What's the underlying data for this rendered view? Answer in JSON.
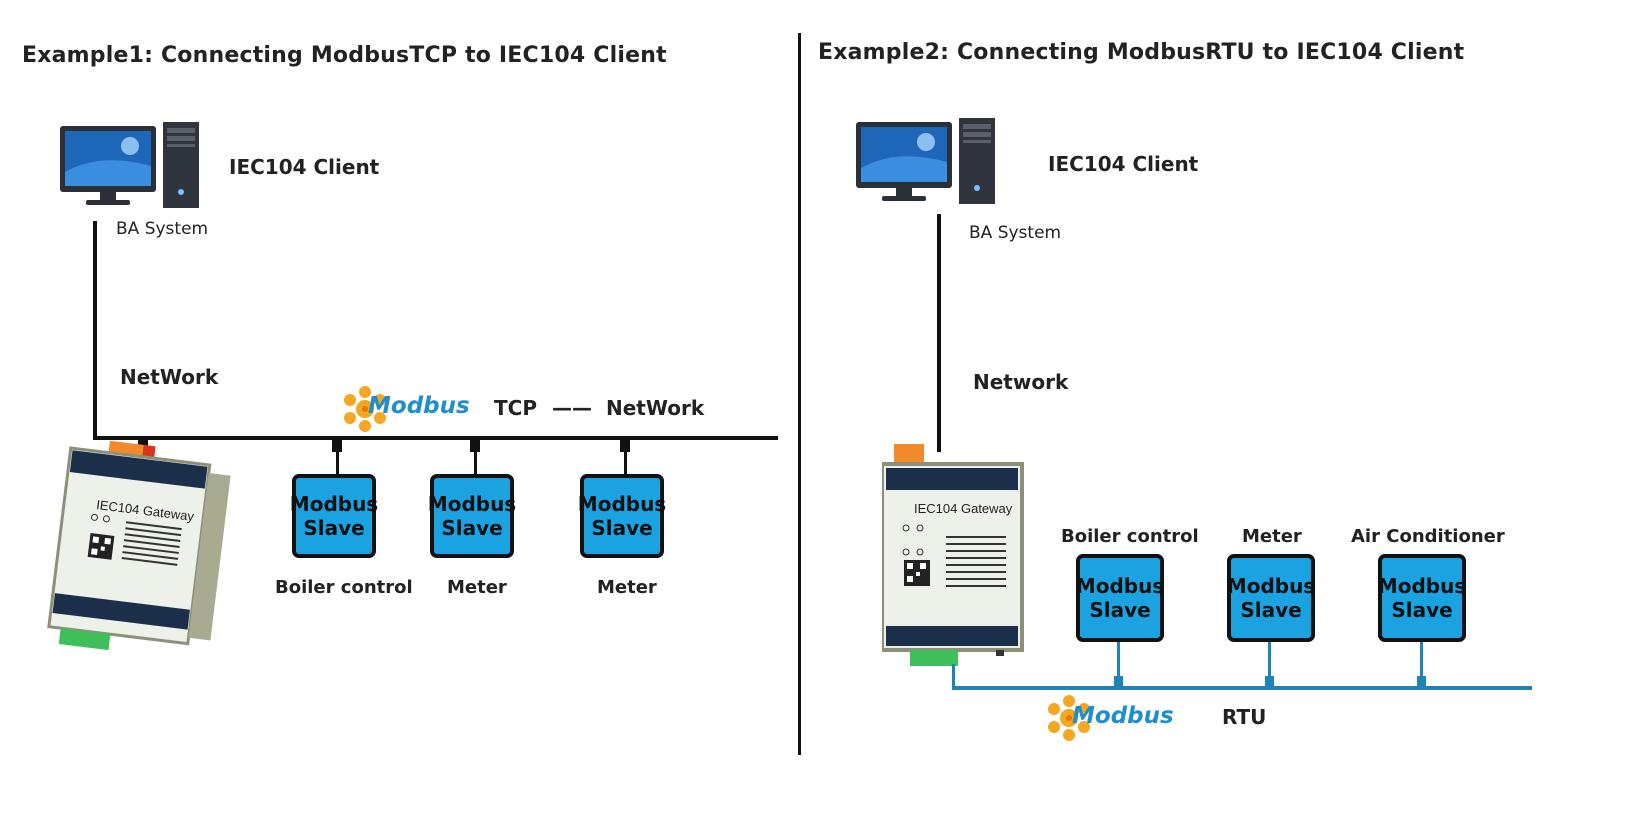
{
  "example1": {
    "title": "Example1: Connecting ModbusTCP to IEC104 Client",
    "client_label": "IEC104 Client",
    "system_label": "BA System",
    "network_label": "NetWork",
    "bus_logo_word": "Modbus",
    "bus_protocol": "TCP",
    "bus_separator": "——",
    "bus_network": "NetWork",
    "gateway_label": "IEC104 Gateway",
    "slaves": [
      {
        "line1": "Modbus",
        "line2": "Slave",
        "device": "Boiler control"
      },
      {
        "line1": "Modbus",
        "line2": "Slave",
        "device": "Meter"
      },
      {
        "line1": "Modbus",
        "line2": "Slave",
        "device": "Meter"
      }
    ]
  },
  "example2": {
    "title": "Example2: Connecting ModbusRTU to IEC104 Client",
    "client_label": "IEC104 Client",
    "system_label": "BA System",
    "network_label": "Network",
    "bus_logo_word": "Modbus",
    "bus_protocol": "RTU",
    "gateway_label": "IEC104 Gateway",
    "slaves": [
      {
        "line1": "Modbus",
        "line2": "Slave",
        "device": "Boiler control"
      },
      {
        "line1": "Modbus",
        "line2": "Slave",
        "device": "Meter"
      },
      {
        "line1": "Modbus",
        "line2": "Slave",
        "device": "Air Conditioner"
      }
    ]
  },
  "colors": {
    "slave_fill": "#1aa3e0",
    "rtu_bus": "#1e84b6",
    "modbus_logo": "#1e8fce",
    "logo_orange": "#f5a623"
  },
  "icons": [
    "computer-icon",
    "modbus-logo-icon",
    "gateway-device-icon"
  ]
}
